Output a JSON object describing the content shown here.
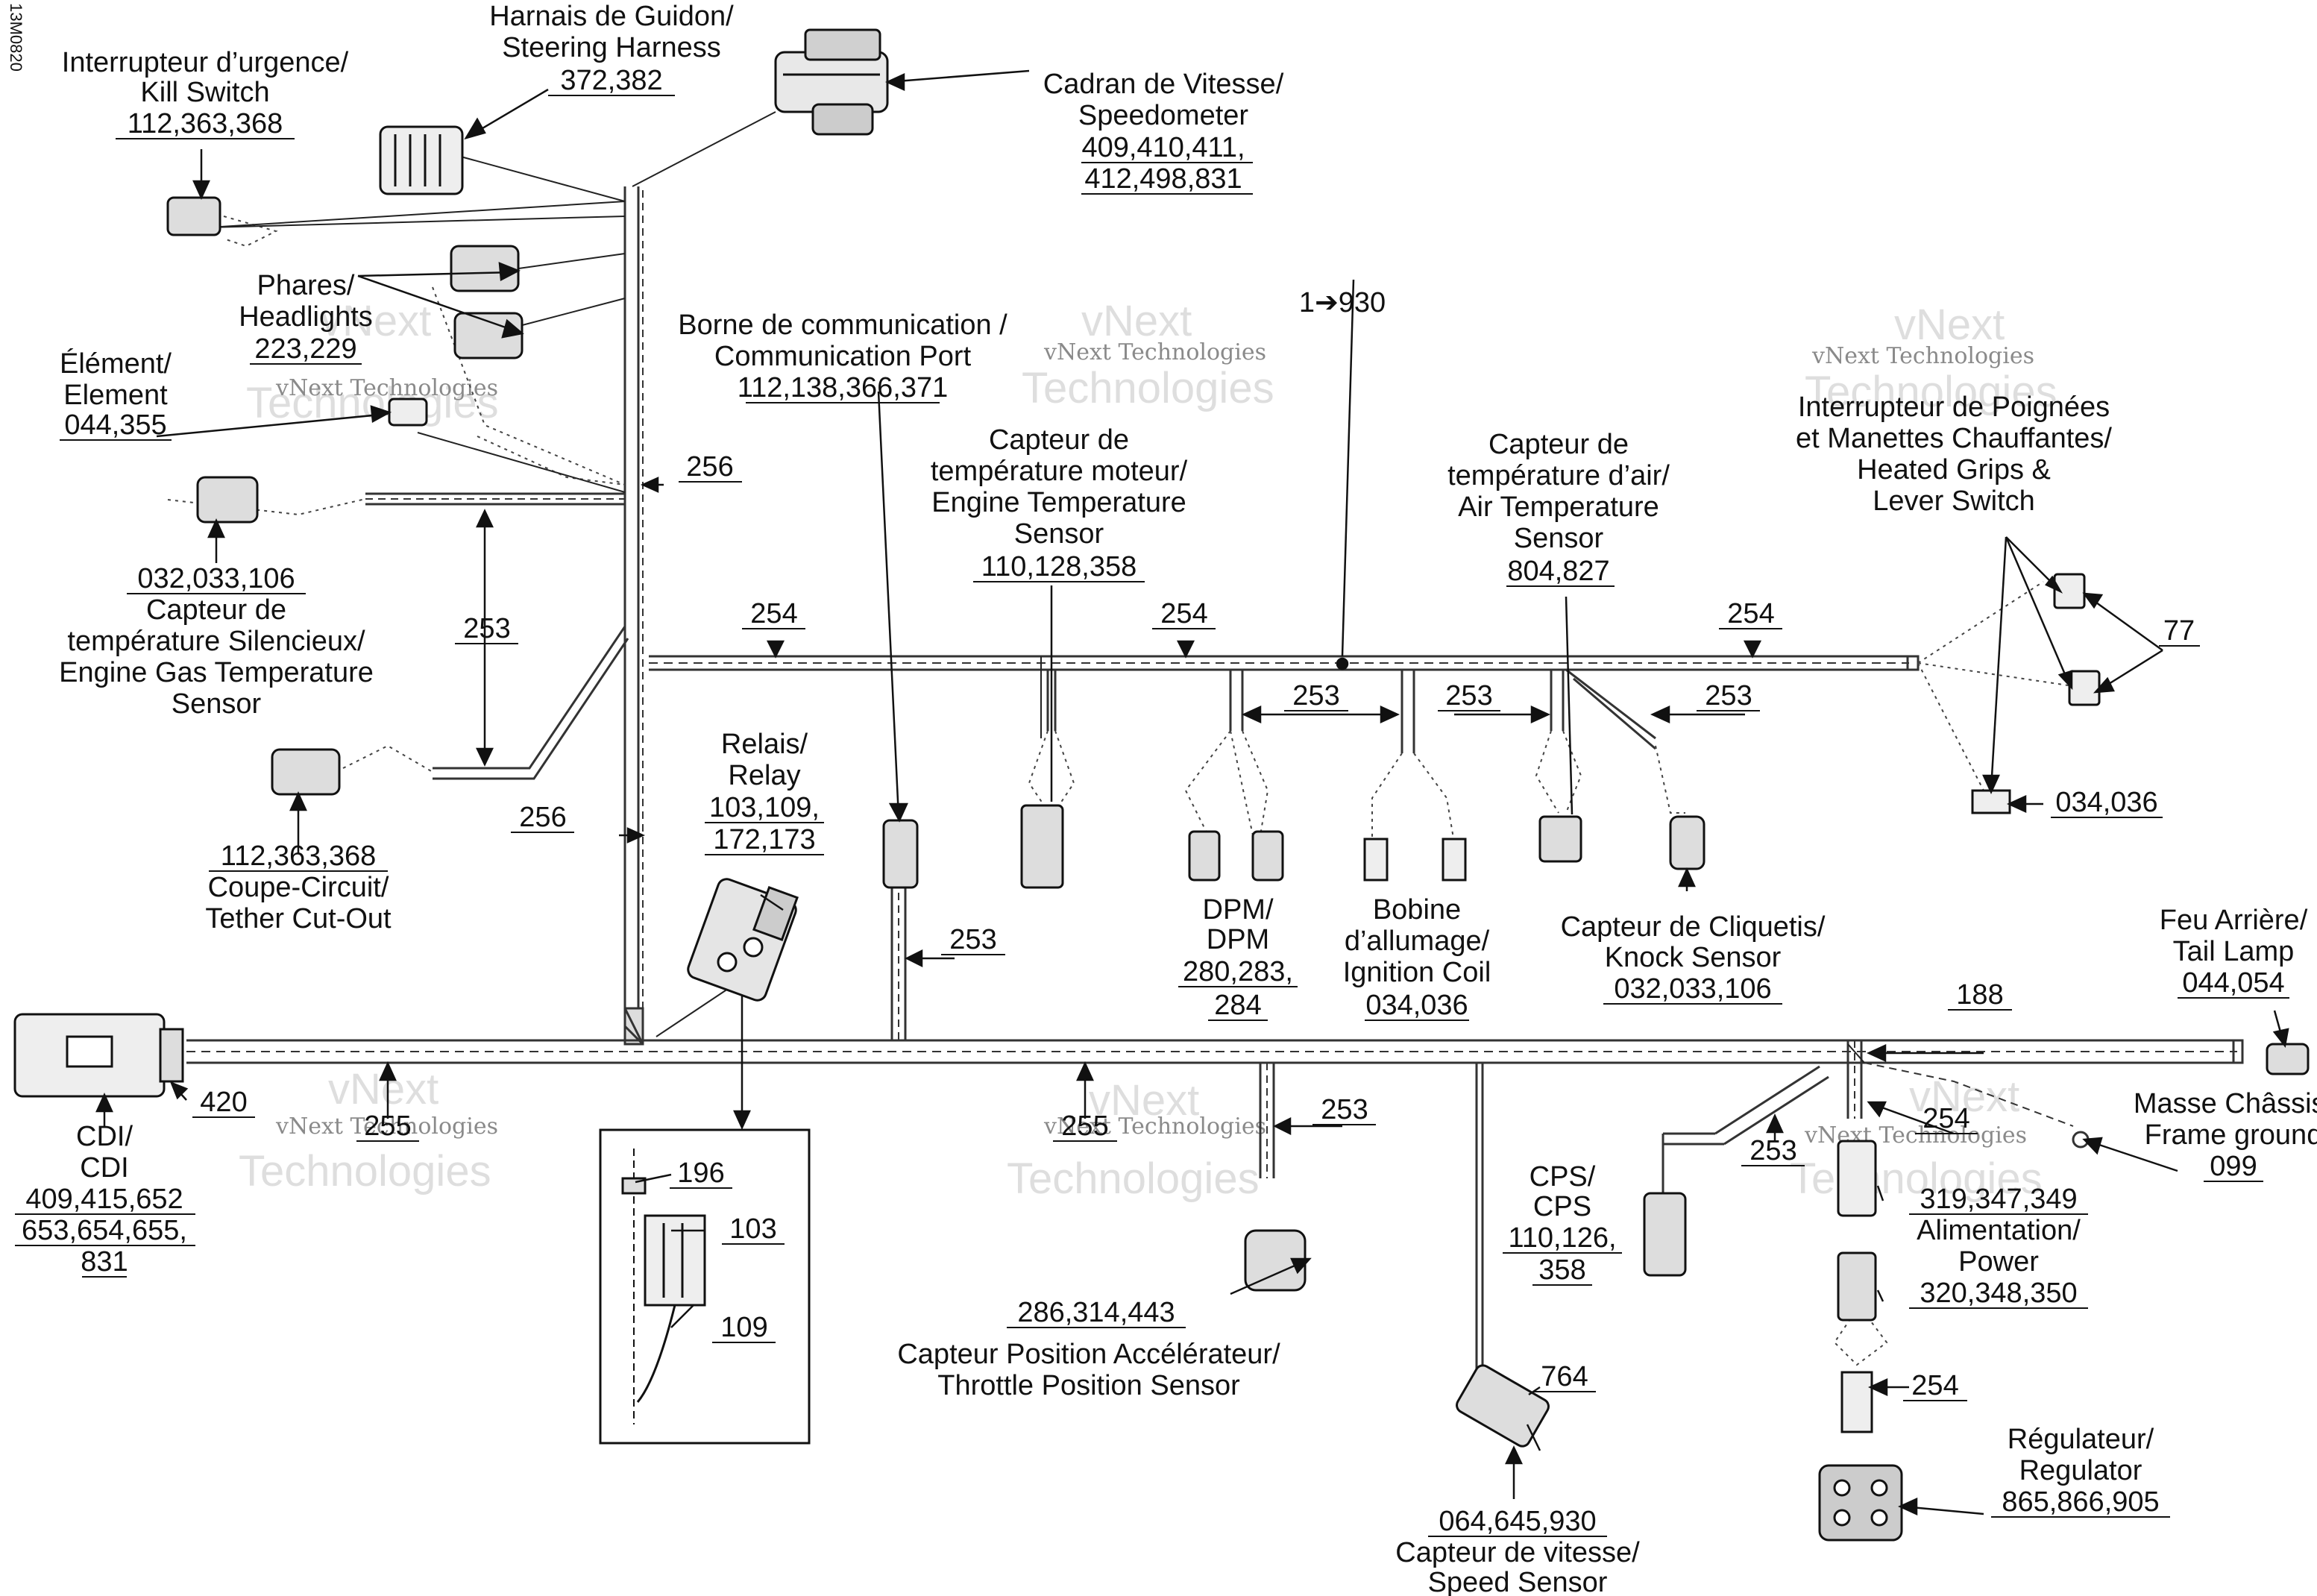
{
  "figure_code": "13M0820",
  "arrow_target": "1➔930",
  "watermark": {
    "brand": "vNext",
    "brand_second": "Technologies",
    "full": "vNext Technologies"
  },
  "callouts": {
    "kill_switch": [
      "Interrupteur d’urgence/",
      "Kill Switch",
      "112,363,368"
    ],
    "steering_harness": [
      "Harnais de Guidon/",
      "Steering Harness",
      "372,382"
    ],
    "speedometer": [
      "Cadran de Vitesse/",
      "Speedometer",
      "409,410,411,",
      "412,498,831"
    ],
    "headlights": [
      "Phares/",
      "Headlights",
      "223,229"
    ],
    "element": [
      "Élément/",
      "Element",
      "044,355"
    ],
    "comm_port": [
      "Borne de communication /",
      "Communication Port",
      "112,138,366,371"
    ],
    "engine_temp": [
      "Capteur de",
      "température moteur/",
      "Engine Temperature",
      "Sensor",
      "110,128,358"
    ],
    "air_temp": [
      "Capteur de",
      "température d’air/",
      "Air Temperature",
      "Sensor",
      "804,827"
    ],
    "heated_grips": [
      "Interrupteur de Poignées",
      "et Manettes Chauffantes/",
      "Heated Grips &",
      "Lever Switch"
    ],
    "exhaust_temp": [
      "032,033,106",
      "Capteur de",
      "température Silencieux/",
      "Engine Gas Temperature",
      "Sensor"
    ],
    "tether": [
      "112,363,368",
      "Coupe-Circuit/",
      "Tether Cut-Out"
    ],
    "relay": [
      "Relais/",
      "Relay",
      "103,109,",
      "172,173"
    ],
    "dpm": [
      "DPM/",
      "DPM",
      "280,283,",
      "284"
    ],
    "ignition_coil": [
      "Bobine",
      "d’allumage/",
      "Ignition Coil",
      "034,036"
    ],
    "knock_sensor": [
      "Capteur de Cliquetis/",
      "Knock Sensor",
      "032,033,106"
    ],
    "tail_lamp": [
      "Feu Arrière/",
      "Tail Lamp",
      "044,054"
    ],
    "cdi": [
      "CDI/",
      "CDI",
      "409,415,652",
      "653,654,655,",
      "831"
    ],
    "frame_ground": [
      "Masse Châssis/",
      "Frame ground",
      "099"
    ],
    "power": [
      "319,347,349",
      "Alimentation/",
      "Power",
      "320,348,350"
    ],
    "cps": [
      "CPS/",
      "CPS",
      "110,126,",
      "358"
    ],
    "tps": [
      "286,314,443",
      "Capteur Position Accélérateur/",
      "Throttle Position Sensor"
    ],
    "speed_sensor": [
      "064,645,930",
      "Capteur de vitesse/",
      "Speed Sensor"
    ],
    "regulator": [
      "Régulateur/",
      "Regulator",
      "865,866,905"
    ],
    "grips_code": "034,036"
  },
  "part_numbers": {
    "p256a": "256",
    "p256b": "256",
    "p253a": "253",
    "p253b": "253",
    "p253c": "253",
    "p253d": "253",
    "p253e": "253",
    "p253f": "253",
    "p253g": "253",
    "p254a": "254",
    "p254b": "254",
    "p254c": "254",
    "p254d": "254",
    "p254e": "254",
    "p77": "77",
    "p188": "188",
    "p420": "420",
    "p255a": "255",
    "p255b": "255",
    "p196": "196",
    "p103": "103",
    "p109": "109",
    "p764": "764"
  }
}
